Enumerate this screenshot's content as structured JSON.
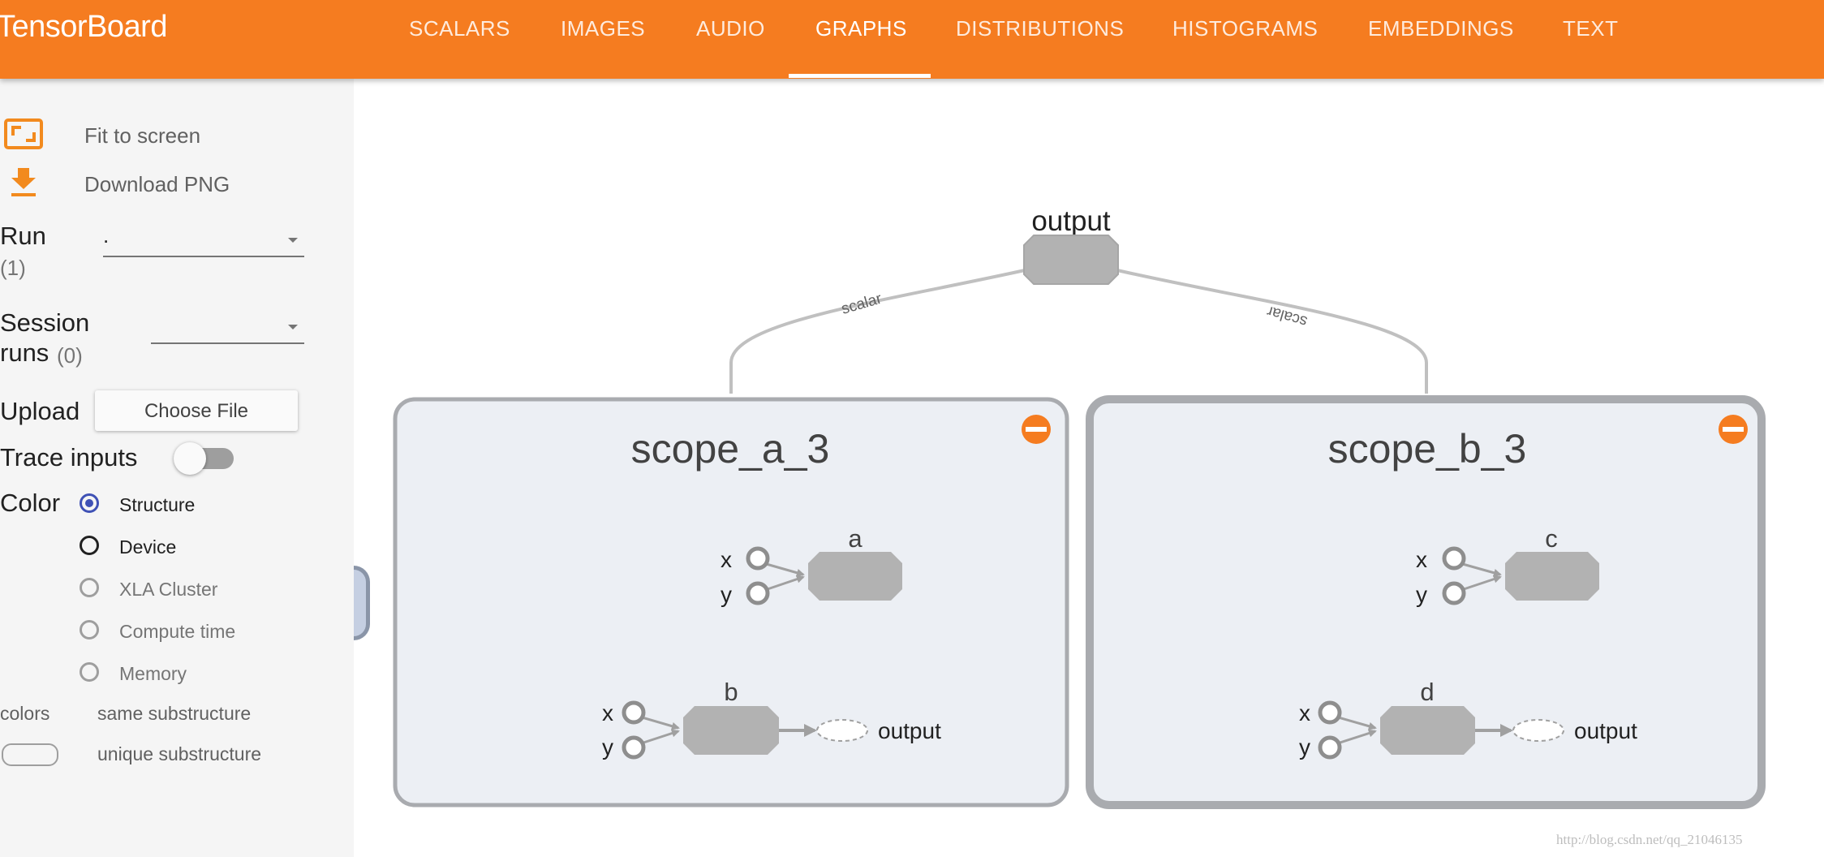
{
  "app": {
    "title": "TensorBoard"
  },
  "tabs": [
    {
      "label": "SCALARS",
      "active": false
    },
    {
      "label": "IMAGES",
      "active": false
    },
    {
      "label": "AUDIO",
      "active": false
    },
    {
      "label": "GRAPHS",
      "active": true
    },
    {
      "label": "DISTRIBUTIONS",
      "active": false
    },
    {
      "label": "HISTOGRAMS",
      "active": false
    },
    {
      "label": "EMBEDDINGS",
      "active": false
    },
    {
      "label": "TEXT",
      "active": false
    }
  ],
  "sidebar": {
    "fit_to_screen": "Fit to screen",
    "download_png": "Download PNG",
    "run_label": "Run",
    "run_count": "(1)",
    "run_value": ".",
    "session_label_1": "Session",
    "session_label_2": "runs",
    "session_count": "(0)",
    "session_value": "",
    "upload_label": "Upload",
    "choose_file": "Choose File",
    "trace_inputs": "Trace inputs",
    "trace_inputs_on": false,
    "color_label": "Color",
    "color_options": [
      {
        "label": "Structure",
        "selected": true
      },
      {
        "label": "Device",
        "selected": false
      },
      {
        "label": "XLA Cluster",
        "selected": false
      },
      {
        "label": "Compute time",
        "selected": false
      },
      {
        "label": "Memory",
        "selected": false
      }
    ],
    "colors_label": "colors",
    "legend_same": "same substructure",
    "legend_unique": "unique substructure"
  },
  "graph": {
    "top_node": "output",
    "edge_left": "scalar",
    "edge_right": "scalar",
    "scopes": [
      {
        "title": "scope_a_3",
        "nodes": [
          {
            "name": "a",
            "inputs": [
              "x",
              "y"
            ],
            "output": ""
          },
          {
            "name": "b",
            "inputs": [
              "x",
              "y"
            ],
            "output": "output"
          }
        ]
      },
      {
        "title": "scope_b_3",
        "nodes": [
          {
            "name": "c",
            "inputs": [
              "x",
              "y"
            ],
            "output": ""
          },
          {
            "name": "d",
            "inputs": [
              "x",
              "y"
            ],
            "output": "output"
          }
        ]
      }
    ]
  },
  "watermark": "http://blog.csdn.net/qq_21046135",
  "colors": {
    "header": "#f57c20",
    "accent_orange": "#f28a1e",
    "radio_selected": "#3f51b5",
    "node_fill": "#b2b2b2",
    "scope_fill": "#eceff4",
    "scope_border": "#a9abaf"
  }
}
